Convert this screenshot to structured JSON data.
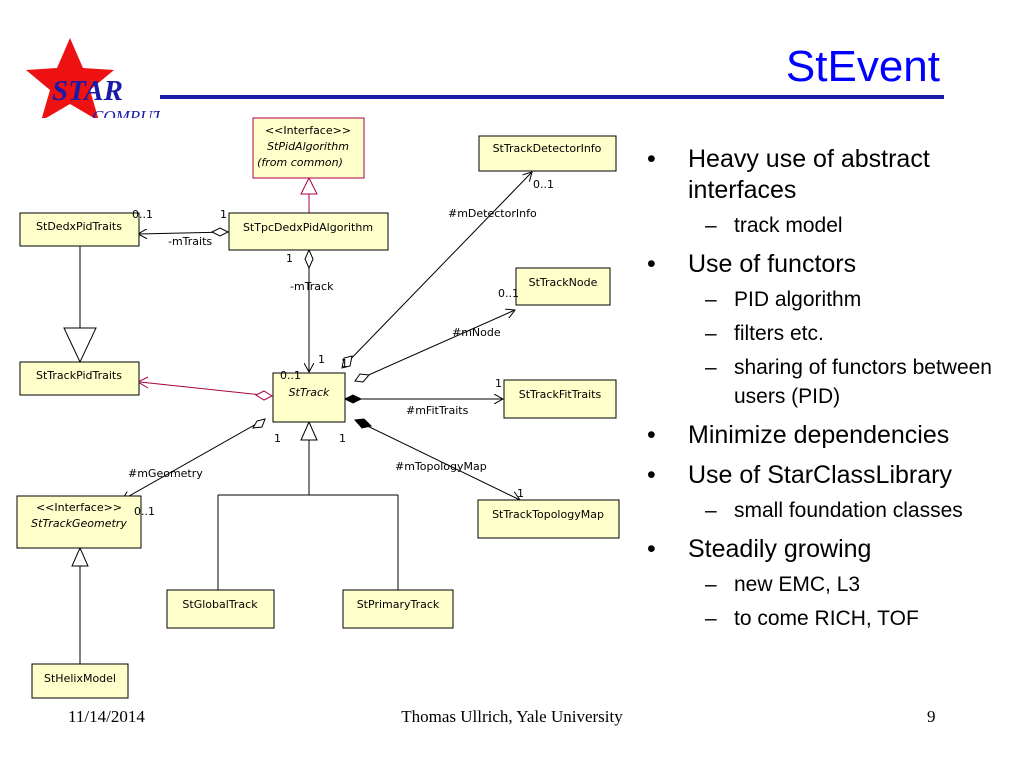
{
  "title": "StEvent",
  "logo": {
    "word": "STAR",
    "sub": "COMPUTING"
  },
  "diagram": {
    "boxes": {
      "pid_algorithm": {
        "stereotype": "<<Interface>>",
        "name": "StPidAlgorithm",
        "note": "(from common)"
      },
      "detector_info": "StTrackDetectorInfo",
      "dedx_traits": "StDedxPidTraits",
      "tpc_dedx": "StTpcDedxPidAlgorithm",
      "track_node": "StTrackNode",
      "pid_traits": "StTrackPidTraits",
      "track": "StTrack",
      "fit_traits": "StTrackFitTraits",
      "geometry": {
        "stereotype": "<<Interface>>",
        "name": "StTrackGeometry"
      },
      "topology_map": "StTrackTopologyMap",
      "global_track": "StGlobalTrack",
      "primary_track": "StPrimaryTrack",
      "helix_model": "StHelixModel"
    },
    "labels": {
      "m_traits": "-mTraits",
      "m_track": "-mTrack",
      "m_detector_info": "#mDetectorInfo",
      "m_node": "#mNode",
      "m_fit_traits": "#mFitTraits",
      "m_topology_map": "#mTopologyMap",
      "m_geometry": "#mGeometry"
    },
    "multiplicity": {
      "one": "1",
      "zero_one": "0..1"
    }
  },
  "bullets": [
    {
      "text": "Heavy use of abstract interfaces",
      "sub": [
        "track model"
      ]
    },
    {
      "text": "Use of functors",
      "sub": [
        "PID algorithm",
        "filters etc.",
        "sharing of functors between users (PID)"
      ]
    },
    {
      "text": "Minimize dependencies",
      "sub": []
    },
    {
      "text": "Use of StarClassLibrary",
      "sub": [
        "small foundation classes"
      ]
    },
    {
      "text": "Steadily growing",
      "sub": [
        "new EMC, L3",
        "to come RICH, TOF"
      ]
    }
  ],
  "footer": {
    "date": "11/14/2014",
    "author": "Thomas Ullrich, Yale University",
    "page": "9"
  },
  "colors": {
    "title": "#0000ff",
    "rule": "#1a1aa8",
    "logo_star": "#ee1111",
    "logo_text": "#1a1aa8",
    "box_fill": "#ffffcc",
    "pid_link": "#aa0044"
  }
}
